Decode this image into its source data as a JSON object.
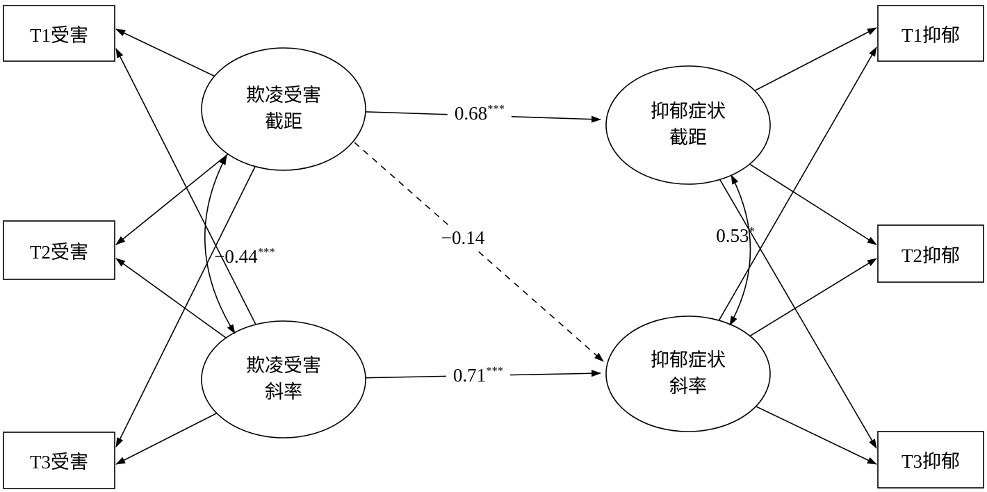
{
  "diagram": {
    "title": "latent-growth-sem-bullying-victimization-depression",
    "left_indicators": [
      {
        "label": "T1受害"
      },
      {
        "label": "T2受害"
      },
      {
        "label": "T3受害"
      }
    ],
    "right_indicators": [
      {
        "label": "T1抑郁"
      },
      {
        "label": "T2抑郁"
      },
      {
        "label": "T3抑郁"
      }
    ],
    "latents": {
      "bully_intercept": {
        "line1": "欺凌受害",
        "line2": "截距"
      },
      "bully_slope": {
        "line1": "欺凌受害",
        "line2": "斜率"
      },
      "dep_intercept": {
        "line1": "抑郁症状",
        "line2": "截距"
      },
      "dep_slope": {
        "line1": "抑郁症状",
        "line2": "斜率"
      }
    },
    "coefficients": {
      "intercept_to_intercept": {
        "value": "0.68",
        "stars": "***"
      },
      "slope_to_slope": {
        "value": "0.71",
        "stars": "***"
      },
      "intercept_to_slope": {
        "value": "−0.14",
        "stars": ""
      },
      "bully_covariance": {
        "value": "−0.44",
        "stars": "***"
      },
      "dep_covariance": {
        "value": "0.53",
        "stars": "*"
      }
    },
    "colors": {
      "stroke": "#000000",
      "background": "#ffffff"
    }
  }
}
